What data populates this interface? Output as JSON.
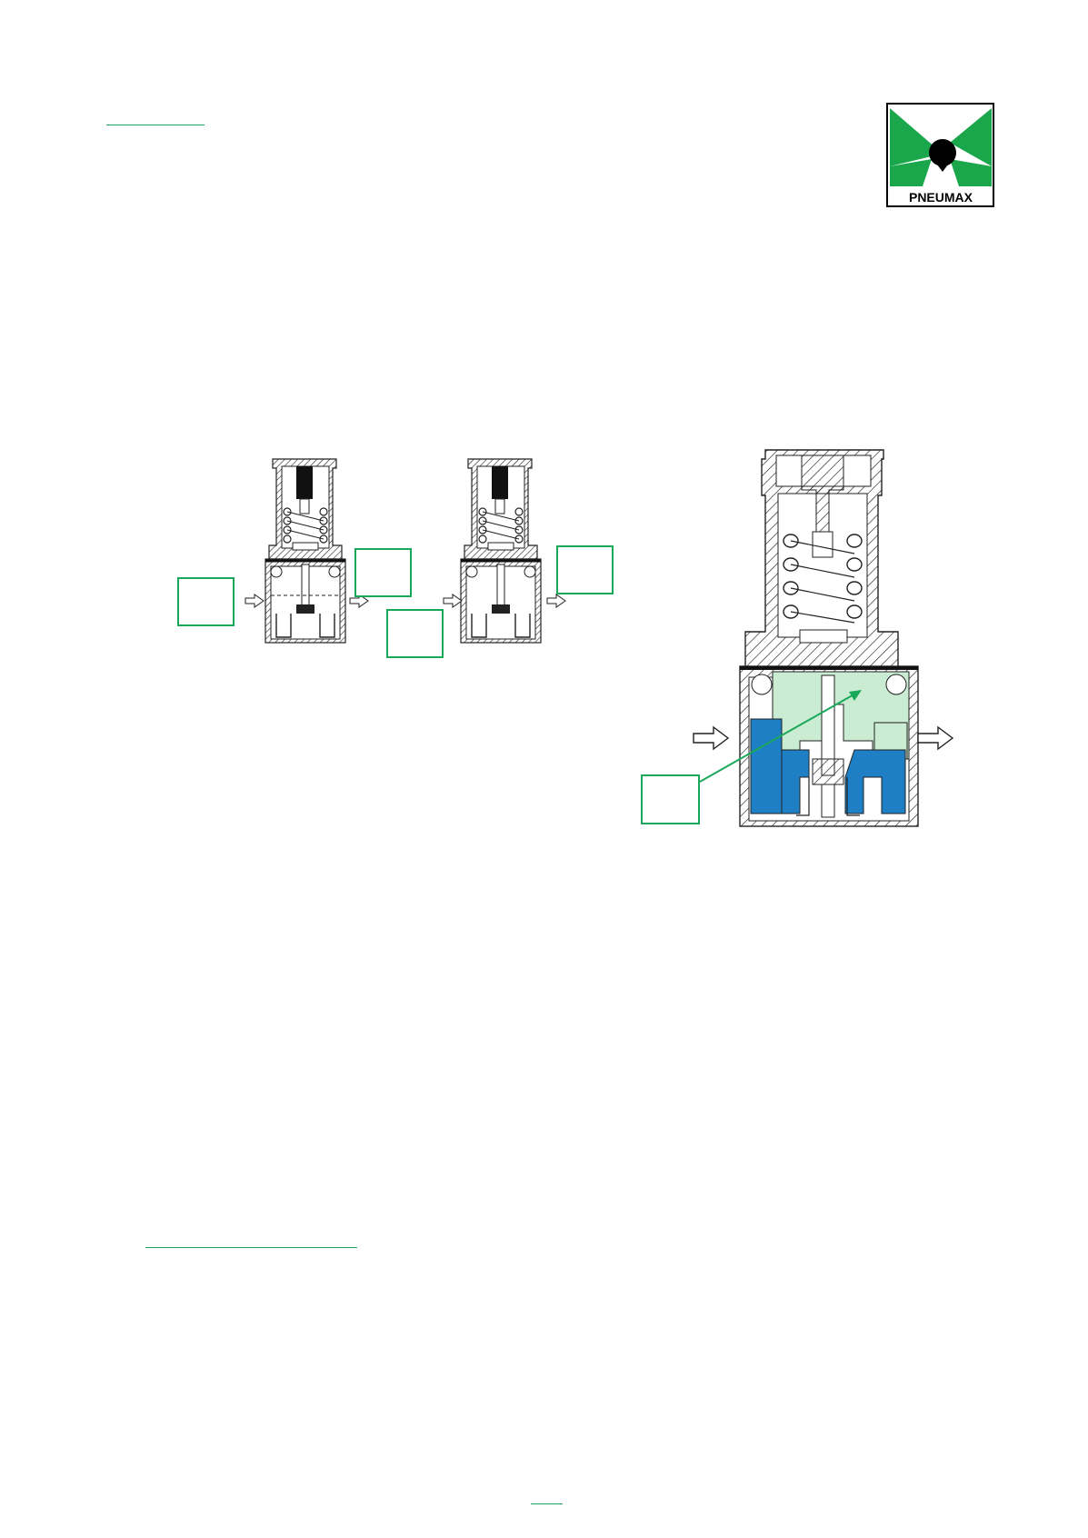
{
  "brand": {
    "logo_text": "PNEUMAX",
    "logo_green": "#1aa64b",
    "logo_black": "#000000"
  },
  "colors": {
    "accent_green": "#19a85a",
    "inlet_blue": "#1e7fc4",
    "outlet_pale_green": "#c9ecd2",
    "hatch": "#222222"
  },
  "figures": [
    {
      "name": "regulator-small-left",
      "callouts": 2
    },
    {
      "name": "regulator-small-right",
      "callouts": 2
    },
    {
      "name": "regulator-large-colored",
      "callouts": 1
    }
  ]
}
